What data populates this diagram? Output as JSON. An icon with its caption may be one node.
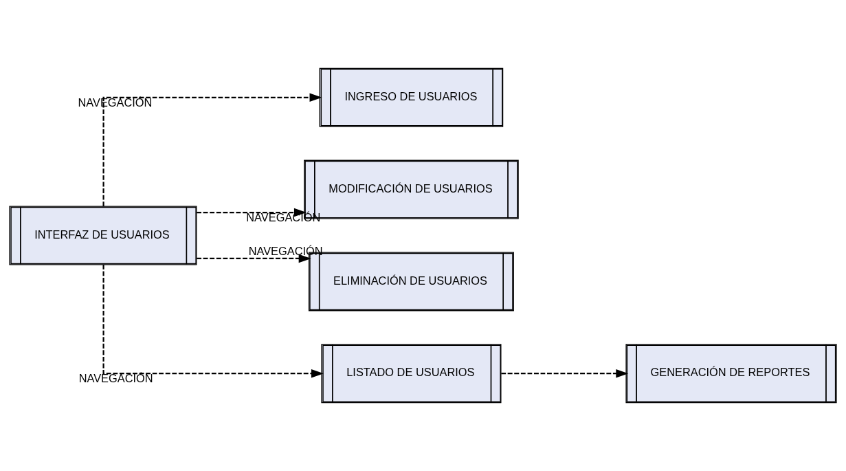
{
  "diagram": {
    "nodes": [
      {
        "text": [
          "INTERFAZ DE USUARIOS"
        ]
      },
      {
        "text": [
          "INGRESO DE USUARIOS"
        ]
      },
      {
        "text": [
          "MODIFICACIÓN DE USUARIOS"
        ]
      },
      {
        "text": [
          "ELIMINACIÓN DE USUARIOS"
        ]
      },
      {
        "text": [
          "LISTADO DE USUARIOS"
        ]
      },
      {
        "text": [
          "GENERACIÓN DE REPORTES"
        ]
      }
    ],
    "edges": [
      {
        "from": 0,
        "to": 1,
        "arrow": "to",
        "label": "NAVEGACIÓN",
        "style": "dashed"
      },
      {
        "from": 0,
        "to": 2,
        "arrow": "to",
        "label": "NAVEGACIÓN",
        "style": "dashed"
      },
      {
        "from": 0,
        "to": 3,
        "arrow": "to",
        "label": "NAVEGACIÓN",
        "style": "dashed"
      },
      {
        "from": 0,
        "to": 4,
        "arrow": "to",
        "label": "NAVEGACIÓN",
        "style": "dashed"
      },
      {
        "from": 4,
        "to": 5,
        "arrow": "to",
        "style": "dashed"
      }
    ]
  }
}
